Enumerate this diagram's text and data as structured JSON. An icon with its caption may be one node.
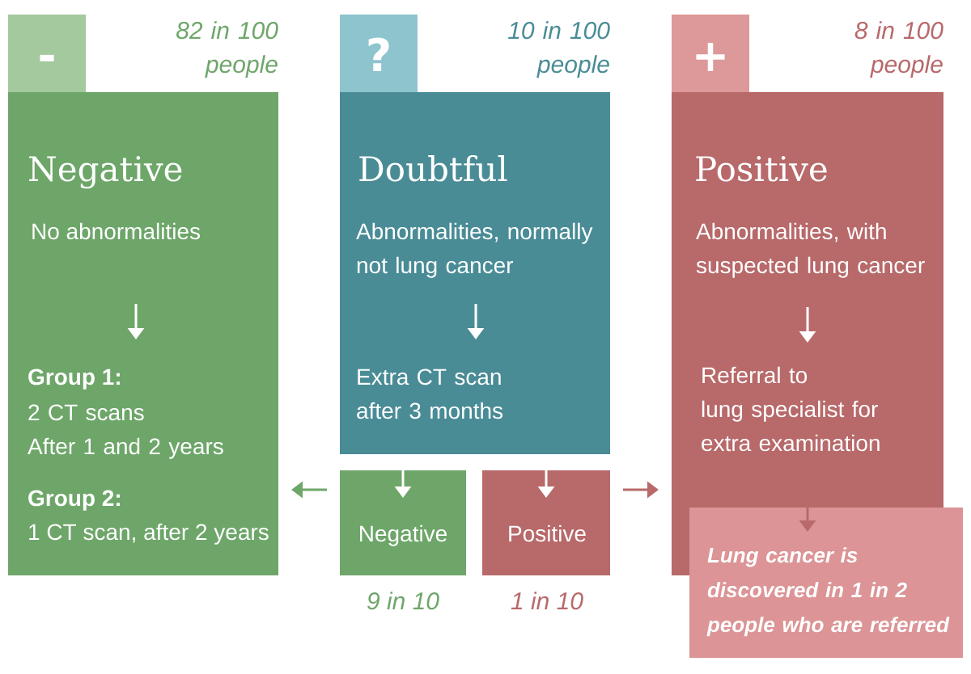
{
  "diagram": {
    "nodes": [
      {
        "text": [
          "-"
        ]
      },
      {
        "text": [
          "Negative",
          "No abnormalities",
          "Group 1:",
          "2 CT scans After 1 and 2 years",
          "Group 2:",
          "1 CT scan, after 2 years"
        ],
        "beside": [
          "82 in 100 people"
        ]
      },
      {
        "text": [
          "?"
        ]
      },
      {
        "text": [
          "Doubtful",
          "Abnormalities, normally not lung cancer",
          "Extra CT scan after 3 months"
        ],
        "beside": [
          "10 in 100 people"
        ]
      },
      {
        "text": [
          "+"
        ]
      },
      {
        "text": [
          "Positive",
          "Abnormalities, with suspected lung cancer",
          "Referral to lung specialist for extra examination"
        ],
        "beside": [
          "8 in 100 people"
        ]
      },
      {
        "text": [
          "Negative"
        ],
        "beside": [
          "9 in 10"
        ]
      },
      {
        "text": [
          "Positive"
        ],
        "beside": [
          "1 in 10"
        ]
      },
      {
        "text": [
          "Lung cancer is discovered in 1 in 2 people who are referred"
        ]
      }
    ],
    "edges": [
      {
        "from": 3,
        "to": 6,
        "arrow": "to",
        "color": "#ffffff"
      },
      {
        "from": 3,
        "to": 7,
        "arrow": "to",
        "color": "#ffffff"
      },
      {
        "from": 6,
        "to": 1,
        "arrow": "to",
        "color": "#6ea66a"
      },
      {
        "from": 7,
        "to": 5,
        "arrow": "to",
        "color": "#b8696a"
      },
      {
        "from": 5,
        "to": 8,
        "arrow": "to",
        "color": "#b8696a"
      }
    ]
  }
}
